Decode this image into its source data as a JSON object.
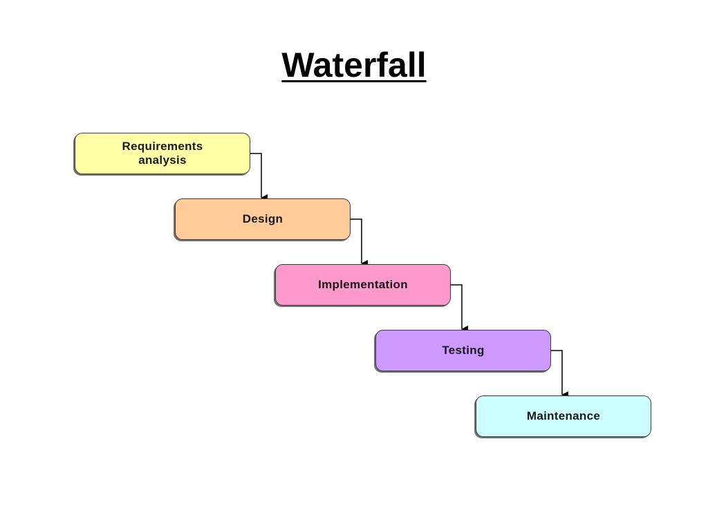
{
  "slide": {
    "title": "Waterfall"
  },
  "diagram": {
    "type": "waterfall-process",
    "steps": [
      {
        "id": "requirements",
        "label": "Requirements\nanalysis",
        "color": "#FFFFA6"
      },
      {
        "id": "design",
        "label": "Design",
        "color": "#FFCC99"
      },
      {
        "id": "implementation",
        "label": "Implementation",
        "color": "#FF99CC"
      },
      {
        "id": "testing",
        "label": "Testing",
        "color": "#CC99FF"
      },
      {
        "id": "maintenance",
        "label": "Maintenance",
        "color": "#CCFFFF"
      }
    ],
    "edges": [
      {
        "from": "requirements",
        "to": "design"
      },
      {
        "from": "design",
        "to": "implementation"
      },
      {
        "from": "implementation",
        "to": "testing"
      },
      {
        "from": "testing",
        "to": "maintenance"
      }
    ]
  }
}
